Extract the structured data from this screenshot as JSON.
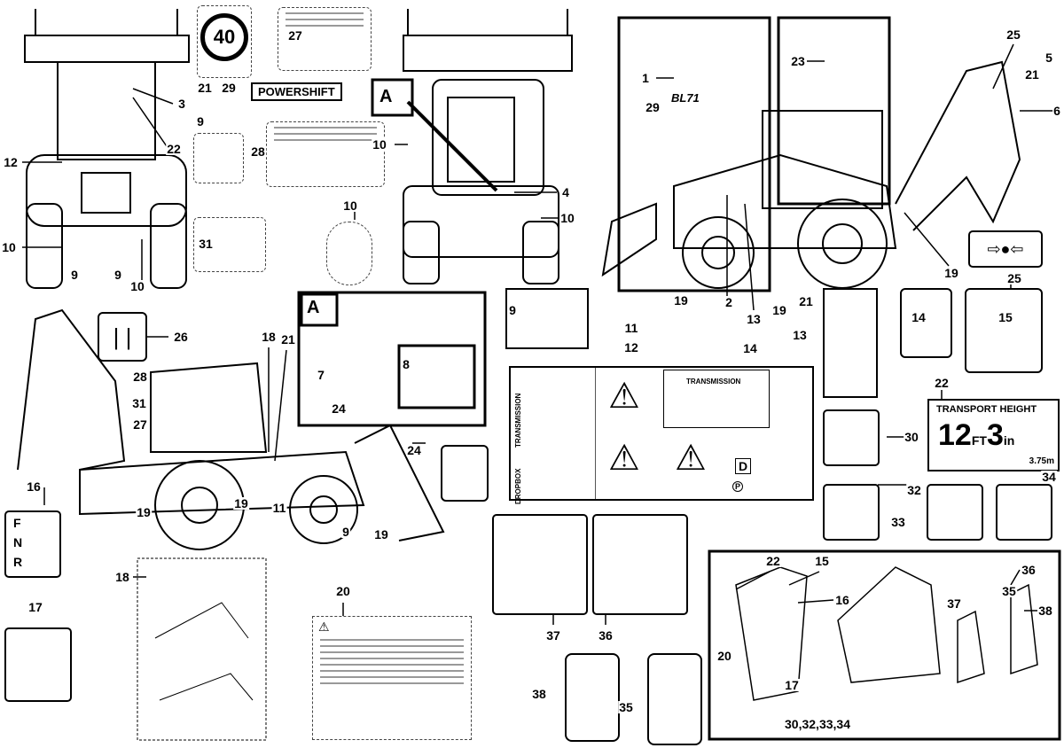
{
  "decals": {
    "speed_limit": "40",
    "powershift": "POWERSHIFT",
    "view_a_top": "A",
    "view_a_side": "A",
    "transmission_side": "TRANSMISSION",
    "transmission_top": "TRANSMISSION",
    "dropbox": "DROPBOX",
    "diesel": "D",
    "parking": "P",
    "gear_f": "F",
    "gear_n": "N",
    "gear_r": "R",
    "transport_height_title": "TRANSPORT HEIGHT",
    "transport_height_ft": "12",
    "transport_height_ft_unit": "FT",
    "transport_height_in": "3",
    "transport_height_in_unit": "in",
    "transport_height_m": "3.75m",
    "model_badge": "BL71",
    "pause_symbol": "| |"
  },
  "callouts": [
    "3",
    "22",
    "12",
    "10",
    "9",
    "9",
    "10",
    "21",
    "29",
    "27",
    "9",
    "28",
    "10",
    "31",
    "10",
    "4",
    "10",
    "9",
    "1",
    "29",
    "23",
    "25",
    "5",
    "21",
    "6",
    "19",
    "2",
    "13",
    "19",
    "21",
    "19",
    "25",
    "14",
    "15",
    "13",
    "14",
    "11",
    "12",
    "26",
    "18",
    "21",
    "7",
    "28",
    "31",
    "27",
    "24",
    "8",
    "16",
    "19",
    "19",
    "11",
    "9",
    "19",
    "24",
    "30",
    "32",
    "33",
    "34",
    "22",
    "17",
    "18",
    "20",
    "37",
    "36",
    "38",
    "35",
    "22",
    "15",
    "16",
    "20",
    "17",
    "30,32,33,34",
    "36",
    "35",
    "37",
    "38"
  ],
  "colors": {
    "ink": "#000000",
    "paper": "#ffffff",
    "grey": "#888888"
  }
}
